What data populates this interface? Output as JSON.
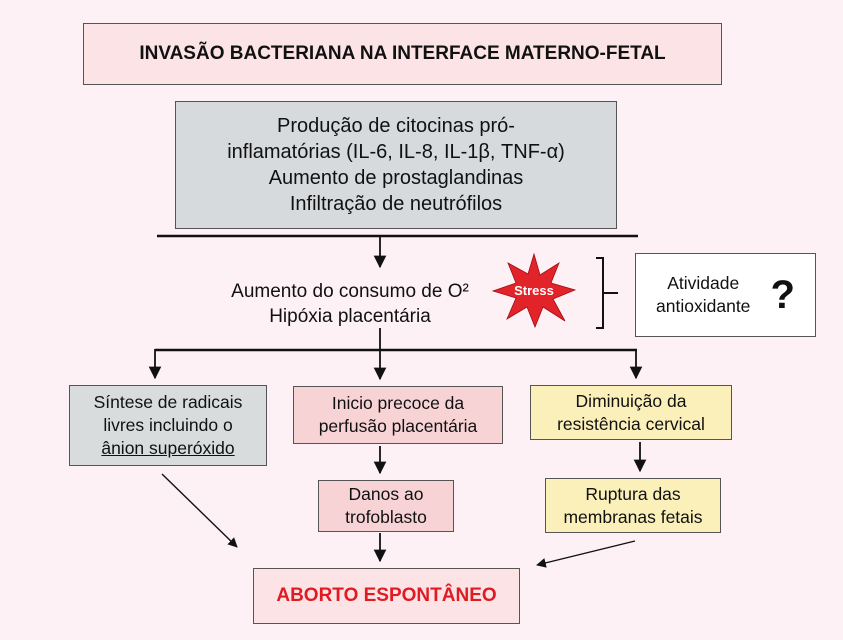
{
  "title": "INVASÃO BACTERIANA NA INTERFACE MATERNO-FETAL",
  "citocinas": {
    "line1": "Produção de citocinas pró-",
    "line2": "inflamatórias (IL-6, IL-8, IL-1β, TNF-α)",
    "line3": "Aumento de prostaglandinas",
    "line4": "Infiltração de neutrófilos"
  },
  "oxigenio": {
    "line1": "Aumento do consumo de O²",
    "line2": "Hipóxia placentária"
  },
  "stress": "Stress",
  "antioxidante": {
    "line1": "Atividade",
    "line2": "antioxidante",
    "mark": "?"
  },
  "radicais": {
    "line1": "Síntese de radicais",
    "line2": "livres incluindo o",
    "line3": "ânion superóxido"
  },
  "perfusao": {
    "line1": "Inicio precoce da",
    "line2": "perfusão placentária"
  },
  "cervical": {
    "line1": "Diminuição da",
    "line2": "resistência cervical"
  },
  "danos": {
    "line1": "Danos ao",
    "line2": "trofoblasto"
  },
  "ruptura": {
    "line1": "Ruptura das",
    "line2": "membranas fetais"
  },
  "aborto": "ABORTO ESPONTÂNEO",
  "colors": {
    "background": "#fdf1f5",
    "pink": "#fbe3e6",
    "gray": "#d7dadc",
    "salmon": "#f8d3d6",
    "yellow": "#fbefba",
    "stress_star": "#e3232a",
    "aborto_text": "#e01b22"
  }
}
